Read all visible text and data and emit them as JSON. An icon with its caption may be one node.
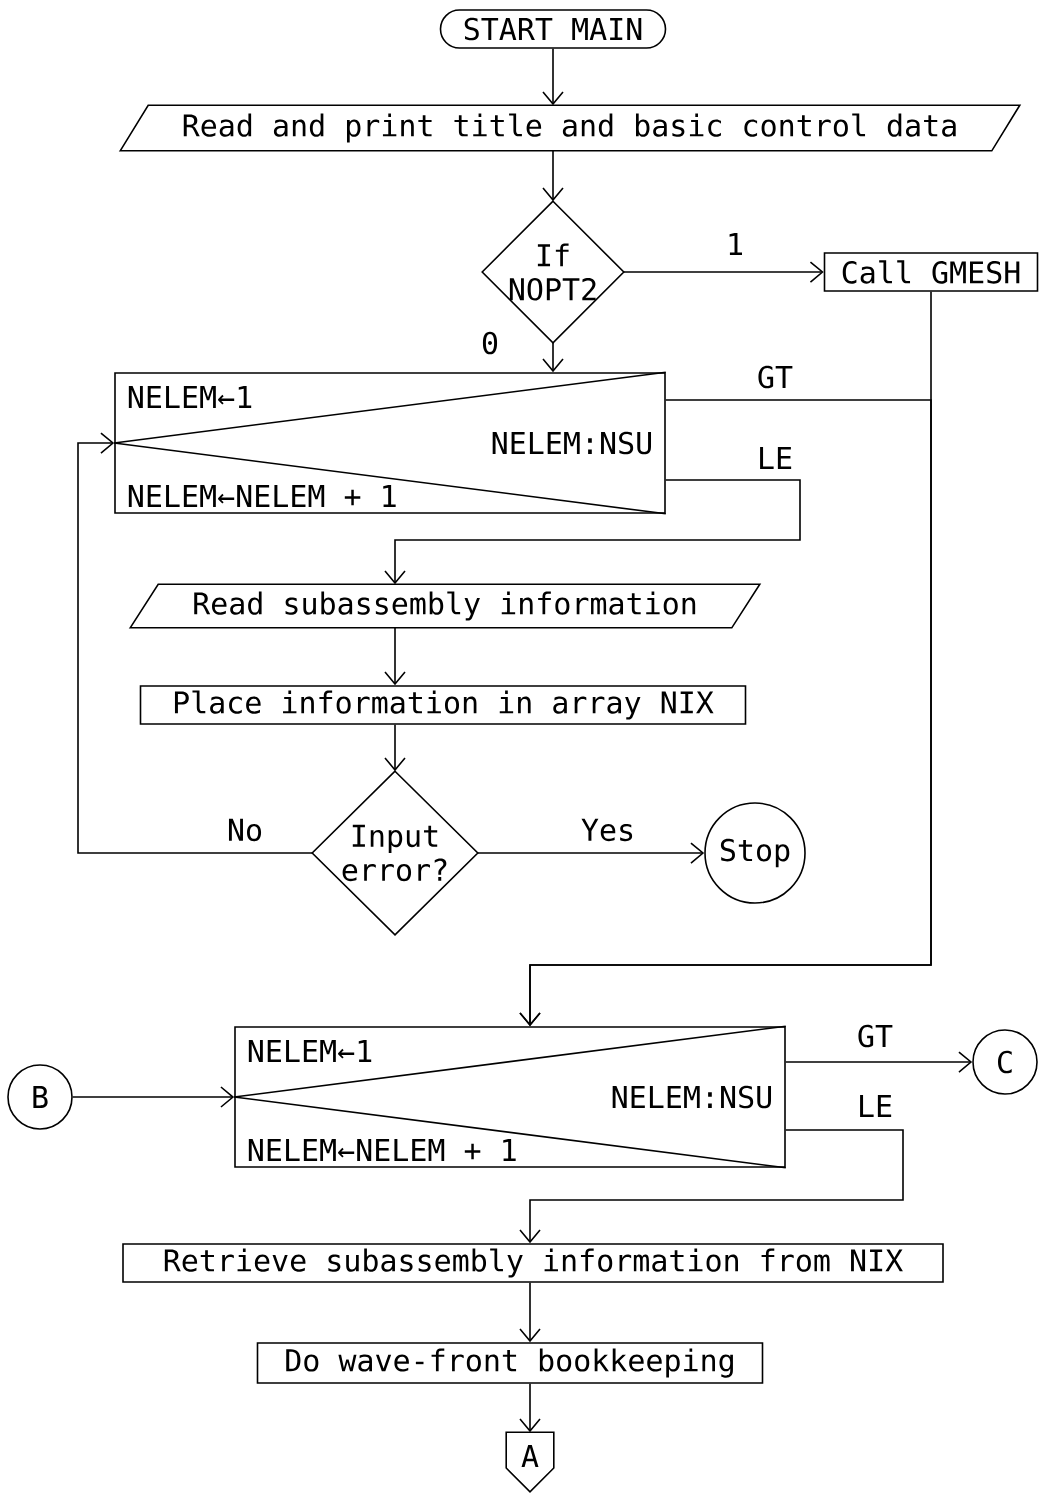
{
  "diagram": {
    "nodes": [
      {
        "text": [
          "START MAIN"
        ]
      },
      {
        "text": [
          "Read and print title and basic control data"
        ]
      },
      {
        "text": [
          "If NOPT2"
        ]
      },
      {
        "text": [
          "Call GMESH"
        ]
      },
      {
        "text": [
          "NELEM←1",
          "NELEM:NSU",
          "NELEM←NELEM + 1"
        ]
      },
      {
        "text": [
          "Read subassembly information"
        ]
      },
      {
        "text": [
          "Place information in array NIX"
        ]
      },
      {
        "text": [
          "Input error?"
        ]
      },
      {
        "text": [
          "Stop"
        ]
      },
      {
        "text": [
          "NELEM←1",
          "NELEM:NSU",
          "NELEM←NELEM + 1"
        ]
      },
      {
        "text": [
          "B"
        ]
      },
      {
        "text": [
          "C"
        ]
      },
      {
        "text": [
          "Retrieve subassembly information from NIX"
        ]
      },
      {
        "text": [
          "Do wave-front bookkeeping"
        ]
      },
      {
        "text": [
          "A"
        ]
      }
    ],
    "edges": [
      {
        "from": 0,
        "to": 1,
        "arrow": "to"
      },
      {
        "from": 1,
        "to": 2,
        "arrow": "to"
      },
      {
        "from": 2,
        "to": 3,
        "arrow": "to",
        "label": "1"
      },
      {
        "from": 2,
        "to": 4,
        "arrow": "to",
        "label": "0"
      },
      {
        "from": 3,
        "to": 9,
        "arrow": "to"
      },
      {
        "from": 4,
        "to": 9,
        "arrow": "to",
        "label": "GT"
      },
      {
        "from": 4,
        "to": 5,
        "arrow": "to",
        "label": "LE"
      },
      {
        "from": 5,
        "to": 6,
        "arrow": "to"
      },
      {
        "from": 6,
        "to": 7,
        "arrow": "to"
      },
      {
        "from": 7,
        "to": 4,
        "arrow": "to",
        "label": "No"
      },
      {
        "from": 7,
        "to": 8,
        "arrow": "to",
        "label": "Yes"
      },
      {
        "from": 10,
        "to": 9,
        "arrow": "to"
      },
      {
        "from": 9,
        "to": 11,
        "arrow": "to",
        "label": "GT"
      },
      {
        "from": 9,
        "to": 12,
        "arrow": "to",
        "label": "LE"
      },
      {
        "from": 12,
        "to": 13,
        "arrow": "to"
      },
      {
        "from": 13,
        "to": 14,
        "arrow": "to"
      }
    ]
  }
}
